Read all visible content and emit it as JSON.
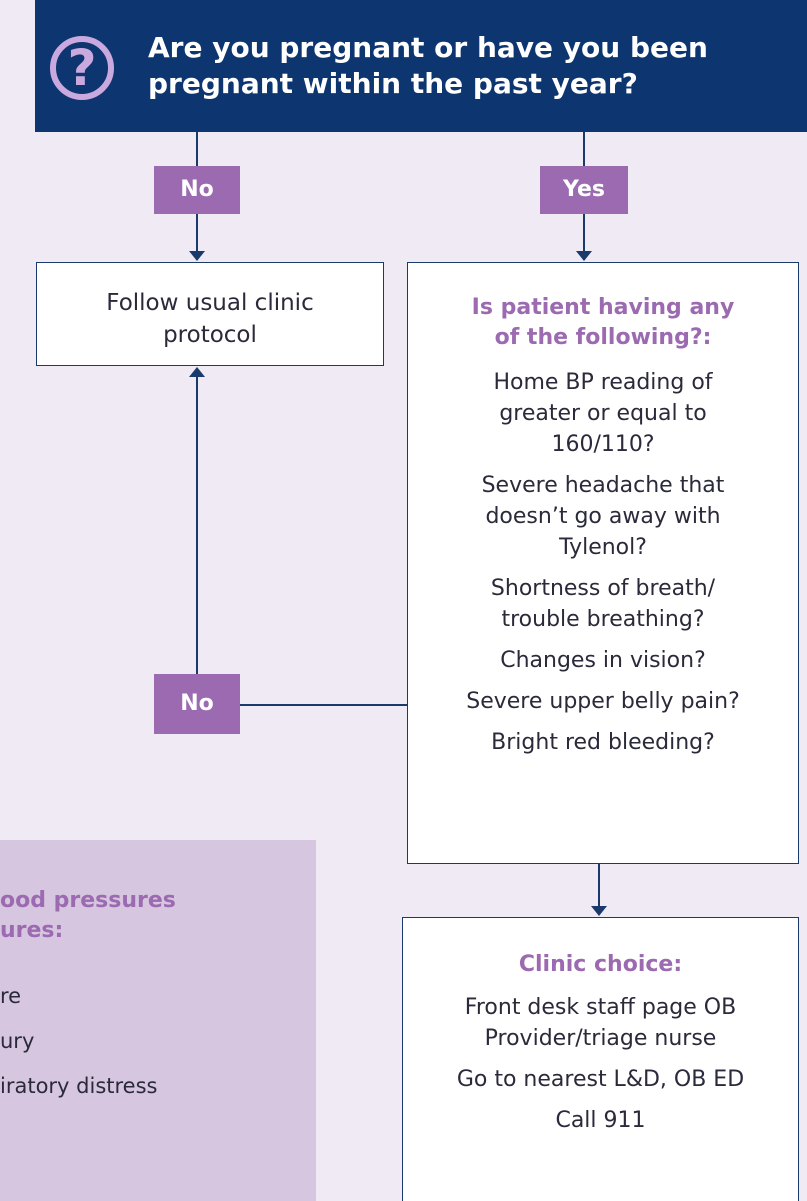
{
  "header": {
    "icon": "question-circle-icon",
    "title_line1": "Are you pregnant or have you been",
    "title_line2": "pregnant within the past year?"
  },
  "branches": {
    "no_label": "No",
    "yes_label": "Yes",
    "symptoms_no_label": "No"
  },
  "usual_protocol": {
    "line1": "Follow usual clinic",
    "line2": "protocol"
  },
  "symptoms": {
    "heading_line1": "Is patient having any",
    "heading_line2": "of the following?:",
    "items": [
      {
        "line1": "Home BP reading of",
        "line2": "greater or equal to",
        "line3": "160/110?"
      },
      {
        "line1": "Severe headache that",
        "line2": "doesn’t go away with",
        "line3": "Tylenol?"
      },
      {
        "line1": "Shortness of breath/",
        "line2": "trouble breathing?"
      },
      {
        "line1": "Changes in vision?"
      },
      {
        "line1": "Severe upper belly pain?"
      },
      {
        "line1": "Bright red bleeding?"
      }
    ]
  },
  "clinic_choice": {
    "heading": "Clinic choice:",
    "items": [
      {
        "line1": "Front desk staff page OB",
        "line2": "Provider/triage nurse"
      },
      {
        "line1": "Go to nearest L&D, OB ED"
      },
      {
        "line1": "Call 911"
      }
    ]
  },
  "info_panel": {
    "heading_line1": "ood pressures",
    "heading_line2": "ures:",
    "items": [
      "re",
      "ury",
      "iratory distress"
    ]
  },
  "colors": {
    "navy": "#0d3570",
    "purple": "#9b6ab0",
    "lavender_bg": "#efeaf3",
    "panel_bg": "#d6c6e0",
    "icon_ring": "#c9a9de"
  }
}
